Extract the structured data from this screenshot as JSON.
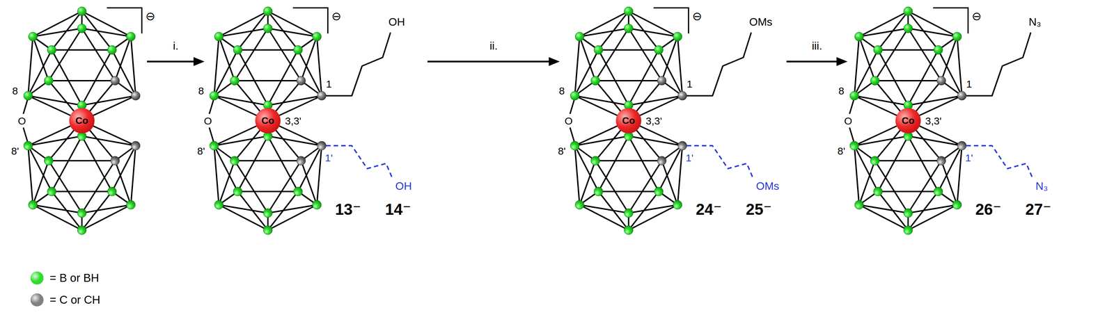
{
  "diagram": {
    "nodes": [
      {
        "text": [
          "⊖"
        ]
      },
      {
        "text": [
          "Co"
        ],
        "in": 0
      },
      {
        "text": [
          "⊖",
          "13⁻",
          "14⁻"
        ]
      },
      {
        "text": [
          "Co"
        ],
        "in": 2
      },
      {
        "text": [
          "⊖",
          "24⁻",
          "25⁻"
        ]
      },
      {
        "text": [
          "Co"
        ],
        "in": 4
      },
      {
        "text": [
          "⊖",
          "26⁻",
          "27⁻"
        ]
      },
      {
        "text": [
          "Co"
        ],
        "in": 6
      }
    ],
    "edges": [
      {
        "from": 0,
        "to": 2,
        "arrow": "to",
        "label": "i."
      },
      {
        "from": 2,
        "to": 4,
        "arrow": "to",
        "label": "ii."
      },
      {
        "from": 4,
        "to": 6,
        "arrow": "to",
        "label": "iii."
      }
    ],
    "labels": [
      "8",
      "O",
      "8'",
      "8",
      "O",
      "8'",
      "1",
      "3,3'",
      "1'",
      "OH",
      "OH",
      "8",
      "O",
      "8'",
      "1",
      "3,3'",
      "1'",
      "OMs",
      "OMs",
      "8",
      "O",
      "8'",
      "1",
      "3,3'",
      "1'",
      "N₃",
      "N₃"
    ],
    "legend": [
      {
        "text": "= B or BH",
        "color": "#2ddc2d"
      },
      {
        "text": "= C or CH",
        "color": "#808080"
      }
    ]
  }
}
